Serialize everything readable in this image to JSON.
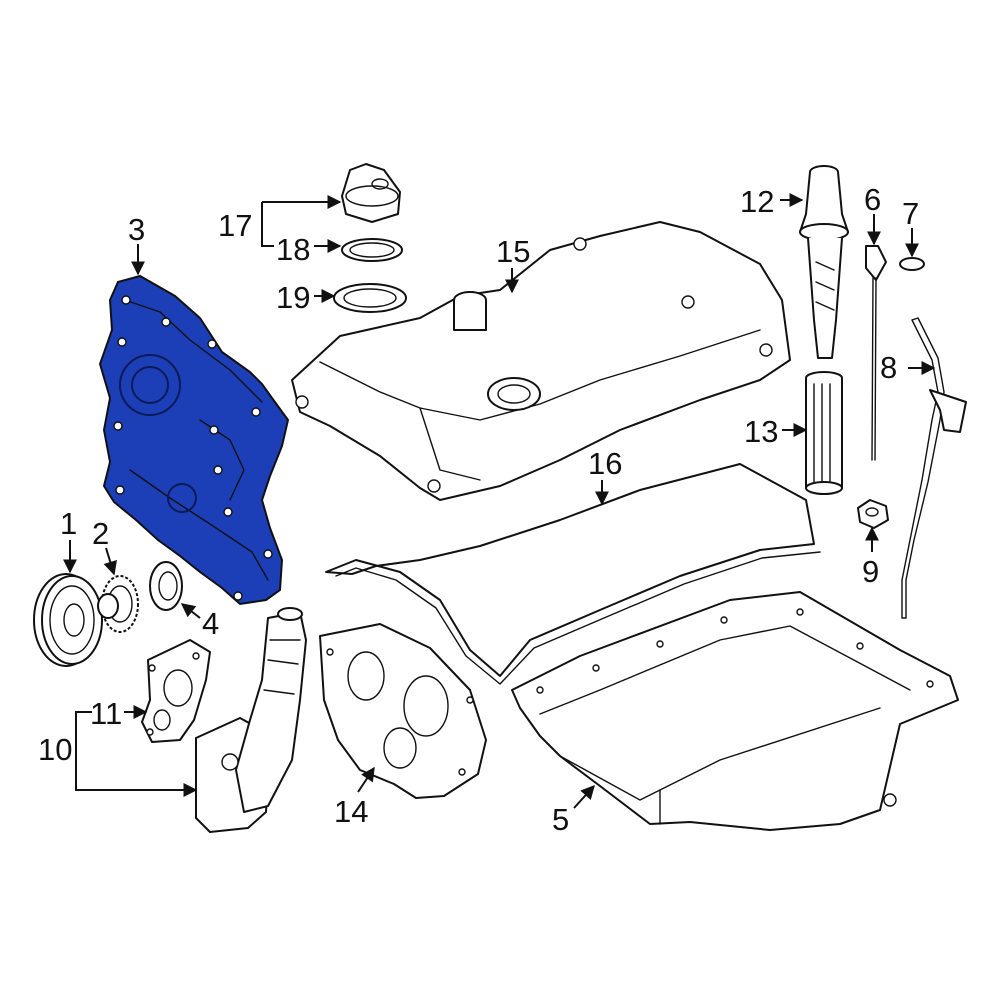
{
  "diagram": {
    "highlight_color": "#1c3fb8",
    "highlighted_part": "3",
    "callouts": {
      "c1": "1",
      "c2": "2",
      "c3": "3",
      "c4": "4",
      "c5": "5",
      "c6": "6",
      "c7": "7",
      "c8": "8",
      "c9": "9",
      "c10": "10",
      "c11": "11",
      "c12": "12",
      "c13": "13",
      "c14": "14",
      "c15": "15",
      "c16": "16",
      "c17": "17",
      "c18": "18",
      "c19": "19"
    }
  }
}
